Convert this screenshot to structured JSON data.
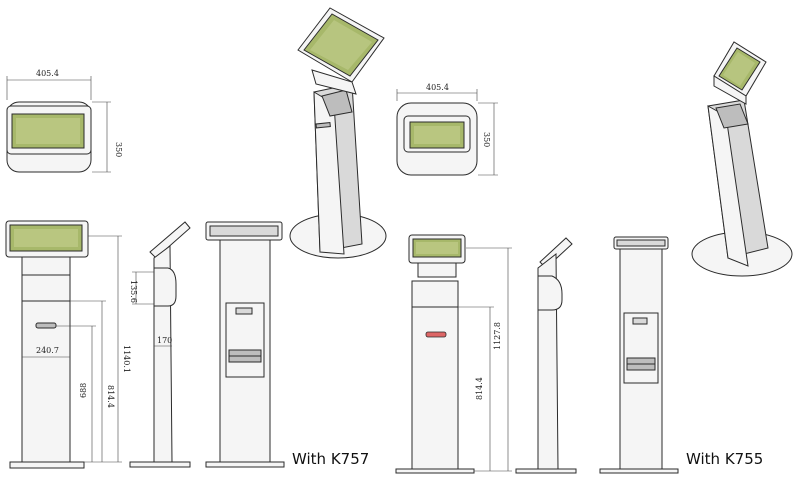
{
  "captions": {
    "left": "With K757",
    "right": "With K755"
  },
  "dimensions": {
    "left_top_width": "405.4",
    "left_top_height": "350",
    "right_top_width": "405.4",
    "right_top_height": "350",
    "left_front_total_height": "1140.1",
    "left_front_mid_height": "814.4",
    "left_front_slot_height": "688",
    "left_front_width": "240.7",
    "left_side_depth": "170",
    "left_side_offset": "135.6",
    "right_front_total_height": "1127.8",
    "right_front_mid_height": "814.4"
  },
  "colors": {
    "screen": "#a7b86a",
    "body": "#f5f5f5",
    "outline": "#2b2b2b"
  }
}
